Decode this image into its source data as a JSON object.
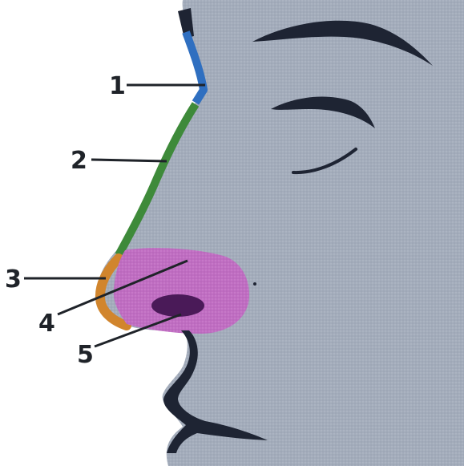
{
  "labels": [
    {
      "id": "1",
      "text": "1"
    },
    {
      "id": "2",
      "text": "2"
    },
    {
      "id": "3",
      "text": "3"
    },
    {
      "id": "4",
      "text": "4"
    },
    {
      "id": "5",
      "text": "5"
    }
  ],
  "colors": {
    "skin": "#a3acbb",
    "dark": "#1e2433",
    "root": "#2f6fc0",
    "dorsum": "#3e8a3a",
    "tip": "#d1852d",
    "ala": "#c06cc2",
    "nostril": "#4a1a58",
    "leader": "#1f2329",
    "background": "#ffffff"
  }
}
